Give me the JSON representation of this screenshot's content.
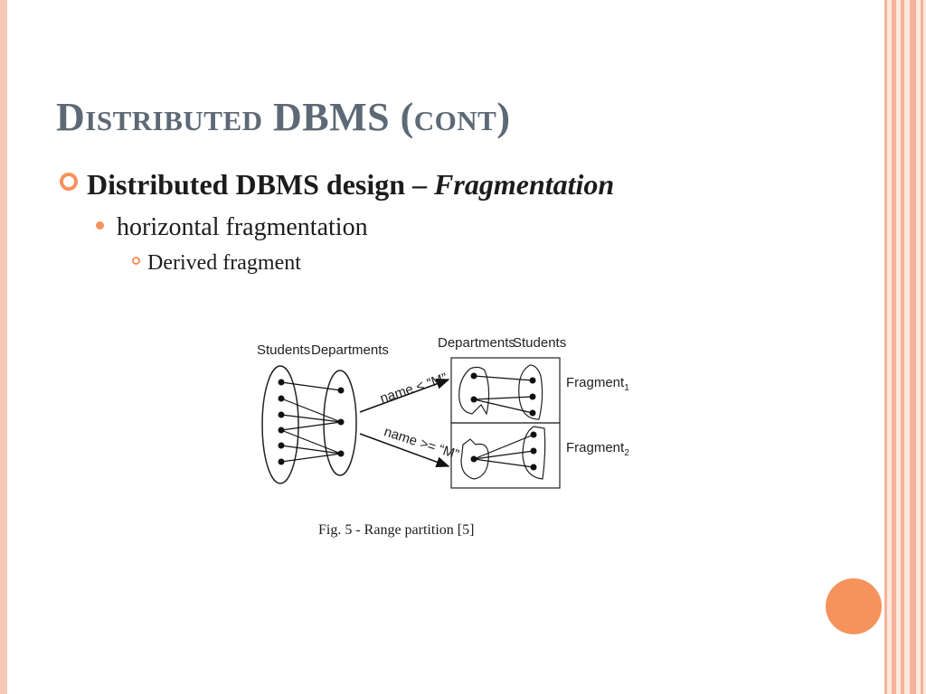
{
  "slide": {
    "title": "Distributed DBMS (cont)",
    "bullets": {
      "level1_text": "Distributed DBMS design – ",
      "level1_emphasis": "Fragmentation",
      "level2_text": "horizontal fragmentation",
      "level3_text": "Derived fragment"
    },
    "figure": {
      "left_labels": {
        "students": "Students",
        "departments": "Departments"
      },
      "right_labels": {
        "departments": "Departments",
        "students": "Students"
      },
      "arrow_upper": "name < “M”",
      "arrow_lower": "name >= “M”",
      "fragment_word": "Fragment",
      "fragment1_sub": "1",
      "fragment2_sub": "2"
    },
    "caption": "Fig. 5 - Range partition [5]"
  },
  "colors": {
    "accent": "#f6925c",
    "title": "#5d6975",
    "stripe": "#f6b39b",
    "stripe_bg": "#fde8dd"
  }
}
